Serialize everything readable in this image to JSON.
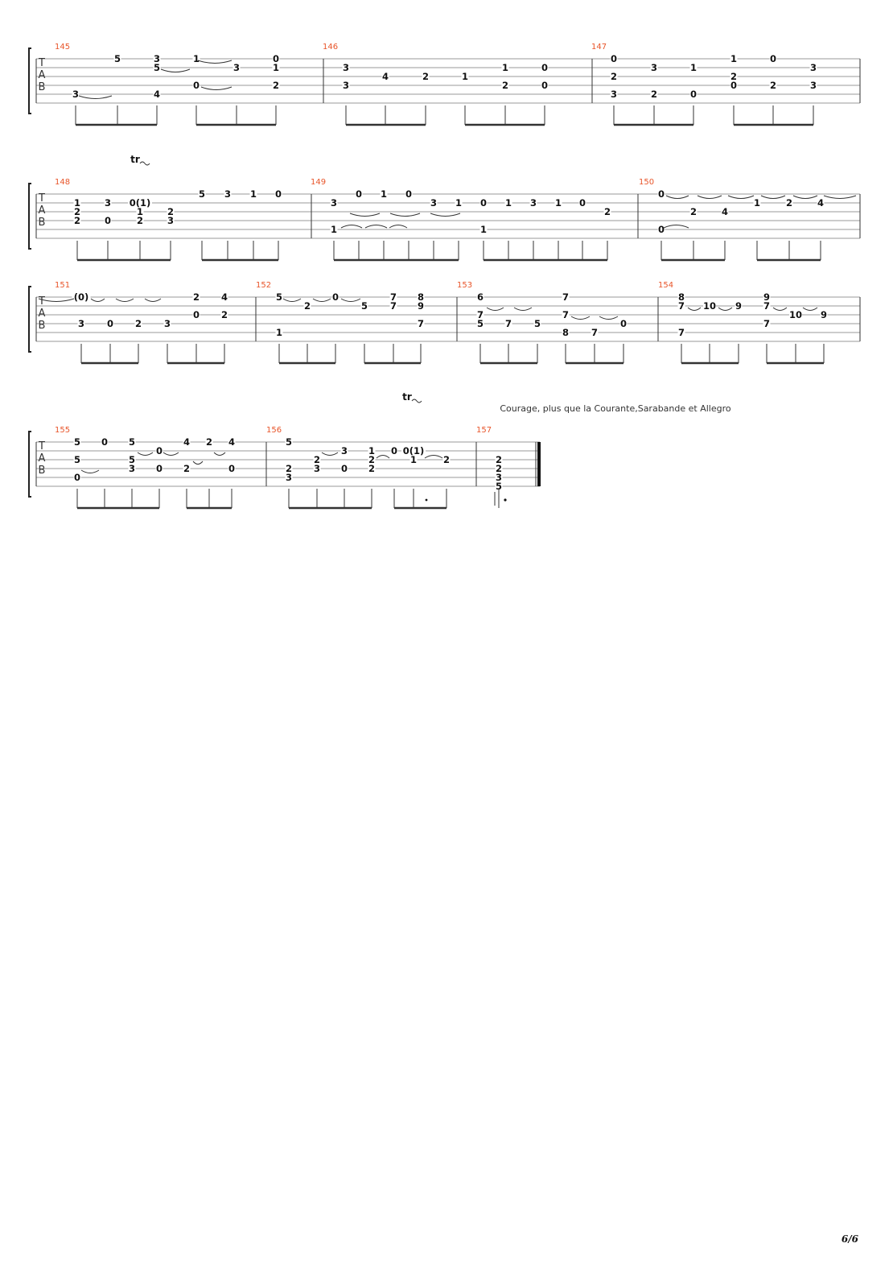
{
  "page": {
    "number": "6/6"
  },
  "tab_label": [
    "T",
    "A",
    "B"
  ],
  "annotations": {
    "trill_1": "tr",
    "trill_2": "tr",
    "caption": "Courage, plus que la Courante,Sarabande et Allegro"
  },
  "measures": [
    {
      "number": "145",
      "notes": [
        [
          "3",
          5,
          94
        ],
        [
          "5",
          1,
          146
        ],
        [
          "3",
          1,
          195
        ],
        [
          "5",
          2,
          195
        ],
        [
          "4",
          5,
          195
        ],
        [
          "1",
          1,
          244
        ],
        [
          "0",
          4,
          244
        ],
        [
          "3",
          2,
          294
        ],
        [
          "0",
          1,
          343
        ],
        [
          "1",
          2,
          343
        ],
        [
          "2",
          4,
          343
        ]
      ]
    },
    {
      "number": "146",
      "notes": [
        [
          "3",
          2,
          430
        ],
        [
          "3",
          4,
          430
        ],
        [
          "4",
          3,
          479
        ],
        [
          "2",
          3,
          529
        ],
        [
          "1",
          3,
          578
        ],
        [
          "1",
          2,
          628
        ],
        [
          "2",
          4,
          628
        ],
        [
          "0",
          2,
          677
        ],
        [
          "0",
          4,
          677
        ]
      ]
    },
    {
      "number": "147",
      "notes": [
        [
          "0",
          1,
          763
        ],
        [
          "2",
          3,
          763
        ],
        [
          "3",
          5,
          763
        ],
        [
          "3",
          2,
          813
        ],
        [
          "2",
          5,
          813
        ],
        [
          "1",
          2,
          862
        ],
        [
          "0",
          5,
          862
        ],
        [
          "1",
          1,
          912
        ],
        [
          "2",
          3,
          912
        ],
        [
          "0",
          4,
          912
        ],
        [
          "0",
          1,
          961
        ],
        [
          "2",
          4,
          961
        ],
        [
          "3",
          2,
          1011
        ],
        [
          "3",
          4,
          1011
        ]
      ]
    },
    {
      "number": "148",
      "notes": [
        [
          "1",
          2,
          96
        ],
        [
          "2",
          3,
          96
        ],
        [
          "2",
          4,
          96
        ],
        [
          "3",
          2,
          134
        ],
        [
          "0",
          4,
          134
        ],
        [
          "0(1)",
          2,
          174
        ],
        [
          "1",
          3,
          174
        ],
        [
          "2",
          4,
          174
        ],
        [
          "2",
          3,
          212
        ],
        [
          "3",
          4,
          212
        ],
        [
          "5",
          1,
          251
        ],
        [
          "3",
          1,
          283
        ],
        [
          "1",
          1,
          315
        ],
        [
          "0",
          1,
          346
        ]
      ]
    },
    {
      "number": "149",
      "notes": [
        [
          "3",
          2,
          415
        ],
        [
          "0",
          1,
          446
        ],
        [
          "1",
          1,
          477
        ],
        [
          "0",
          1,
          508
        ],
        [
          "3",
          2,
          539
        ],
        [
          "1",
          2,
          570
        ],
        [
          "0",
          2,
          601
        ],
        [
          "1",
          2,
          632
        ],
        [
          "3",
          2,
          663
        ],
        [
          "1",
          2,
          694
        ],
        [
          "0",
          2,
          724
        ],
        [
          "2",
          3,
          755
        ],
        [
          "1",
          5,
          415
        ],
        [
          "1",
          5,
          601
        ]
      ]
    },
    {
      "number": "150",
      "notes": [
        [
          "0",
          1,
          822
        ],
        [
          "0",
          5,
          822
        ],
        [
          "2",
          3,
          862
        ],
        [
          "4",
          3,
          901
        ],
        [
          "1",
          2,
          941
        ],
        [
          "2",
          2,
          981
        ],
        [
          "4",
          2,
          1020
        ]
      ]
    },
    {
      "number": "151",
      "notes": [
        [
          "(0)",
          1,
          101
        ],
        [
          "3",
          4,
          101
        ],
        [
          "0",
          4,
          137
        ],
        [
          "2",
          4,
          172
        ],
        [
          "3",
          4,
          208
        ],
        [
          "2",
          1,
          244
        ],
        [
          "0",
          3,
          244
        ],
        [
          "4",
          1,
          279
        ],
        [
          "2",
          3,
          279
        ]
      ]
    },
    {
      "number": "152",
      "notes": [
        [
          "5",
          1,
          347
        ],
        [
          "1",
          5,
          347
        ],
        [
          "2",
          2,
          382
        ],
        [
          "0",
          1,
          417
        ],
        [
          "5",
          2,
          453
        ],
        [
          "7",
          1,
          489
        ],
        [
          "7",
          2,
          489
        ],
        [
          "8",
          1,
          523
        ],
        [
          "9",
          2,
          523
        ],
        [
          "7",
          4,
          523
        ]
      ]
    },
    {
      "number": "153",
      "notes": [
        [
          "6",
          1,
          597
        ],
        [
          "7",
          3,
          597
        ],
        [
          "5",
          4,
          597
        ],
        [
          "7",
          4,
          632
        ],
        [
          "5",
          4,
          668
        ],
        [
          "7",
          1,
          703
        ],
        [
          "7",
          3,
          703
        ],
        [
          "8",
          5,
          703
        ],
        [
          "7",
          5,
          739
        ],
        [
          "0",
          4,
          775
        ]
      ]
    },
    {
      "number": "154",
      "notes": [
        [
          "8",
          1,
          847
        ],
        [
          "7",
          2,
          847
        ],
        [
          "7",
          5,
          847
        ],
        [
          "10",
          2,
          882
        ],
        [
          "9",
          2,
          918
        ],
        [
          "9",
          1,
          953
        ],
        [
          "7",
          2,
          953
        ],
        [
          "7",
          4,
          953
        ],
        [
          "10",
          3,
          989
        ],
        [
          "9",
          3,
          1024
        ]
      ]
    },
    {
      "number": "155",
      "notes": [
        [
          "5",
          1,
          96
        ],
        [
          "5",
          3,
          96
        ],
        [
          "0",
          5,
          96
        ],
        [
          "0",
          1,
          130
        ],
        [
          "5",
          1,
          164
        ],
        [
          "5",
          3,
          164
        ],
        [
          "3",
          4,
          164
        ],
        [
          "0",
          2,
          198
        ],
        [
          "0",
          4,
          198
        ],
        [
          "4",
          1,
          232
        ],
        [
          "2",
          4,
          232
        ],
        [
          "2",
          1,
          260
        ],
        [
          "4",
          1,
          288
        ],
        [
          "0",
          4,
          288
        ]
      ]
    },
    {
      "number": "156",
      "notes": [
        [
          "5",
          1,
          359
        ],
        [
          "2",
          4,
          359
        ],
        [
          "3",
          5,
          359
        ],
        [
          "2",
          3,
          394
        ],
        [
          "3",
          4,
          394
        ],
        [
          "3",
          2,
          428
        ],
        [
          "0",
          4,
          428
        ],
        [
          "1",
          2,
          462
        ],
        [
          "2",
          3,
          462
        ],
        [
          "2",
          4,
          462
        ],
        [
          "0",
          2,
          490
        ],
        [
          "0(1)",
          2,
          514
        ],
        [
          "1",
          3,
          514
        ],
        [
          "2",
          3,
          555
        ]
      ]
    },
    {
      "number": "157",
      "notes": [
        [
          "2",
          3,
          620
        ],
        [
          "2",
          4,
          620
        ],
        [
          "3",
          5,
          620
        ],
        [
          "5",
          6,
          620
        ]
      ]
    }
  ]
}
